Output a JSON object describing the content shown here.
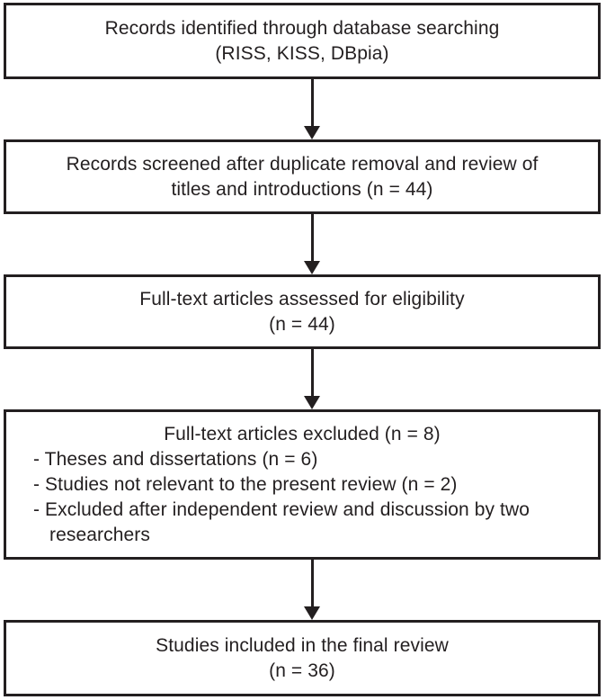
{
  "figure": {
    "type": "flow-diagram",
    "colors": {
      "box_border": "#231f20",
      "text": "#231f20",
      "arrow": "#231f20",
      "background": "#ffffff"
    },
    "databases": [
      "RISS",
      "KISS",
      "DBpia"
    ],
    "counts": {
      "screened": 44,
      "assessed_for_eligibility": 44,
      "excluded": 8,
      "theses_and_dissertations": 6,
      "not_relevant": 2,
      "included_in_final_review": 36
    },
    "boxes": [
      {
        "name": "records-identified",
        "lines": [
          "Records identified through database searching",
          "(RISS, KISS, DBpia)"
        ]
      },
      {
        "name": "records-screened",
        "lines": [
          "Records screened after duplicate removal and review of",
          "titles and introductions (n = 44)"
        ]
      },
      {
        "name": "fulltext-assessed",
        "lines": [
          "Full-text articles assessed for eligibility",
          "(n = 44)"
        ]
      },
      {
        "name": "fulltext-excluded",
        "title": "Full-text articles excluded (n = 8)",
        "bullets": [
          "- Theses and dissertations (n = 6)",
          "- Studies not relevant to the present review (n = 2)",
          "- Excluded after independent review and discussion by two"
        ],
        "bullet_continuation": "researchers"
      },
      {
        "name": "studies-included",
        "lines": [
          "Studies included in the final review",
          "(n = 36)"
        ]
      }
    ]
  }
}
